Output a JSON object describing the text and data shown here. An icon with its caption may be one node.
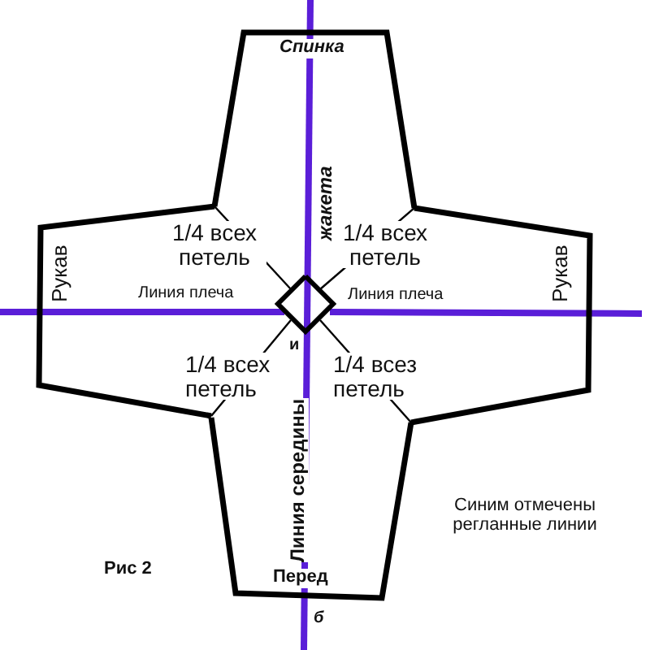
{
  "diagram": {
    "nodes": [
      {
        "text": [
          "Спинка"
        ]
      },
      {
        "text": [
          "Рукав"
        ]
      },
      {
        "text": [
          "Рукав"
        ]
      },
      {
        "text": [
          "Перед"
        ]
      },
      {
        "text": [],
        "shape": "diamond"
      }
    ],
    "labels": [
      "жакета",
      "1/4 всех петель",
      "1/4 всех петель",
      "Линия плеча",
      "Линия плеча",
      "и",
      "1/4 всех петель",
      "1/4 всез петель",
      "Линия середины",
      "Синим отмечены регланные линии",
      "Рис 2",
      "б"
    ]
  }
}
